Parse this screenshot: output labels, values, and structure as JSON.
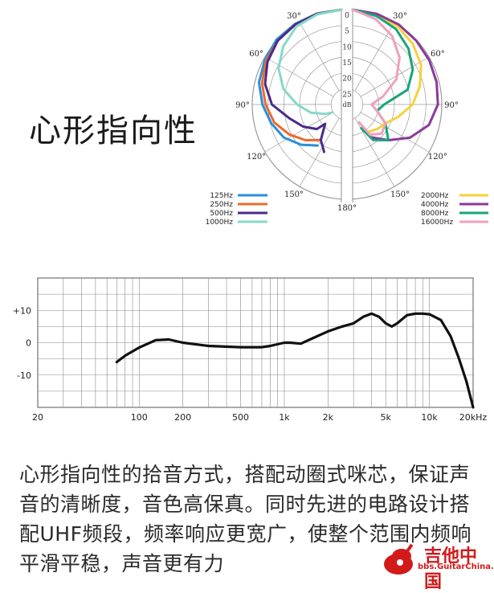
{
  "title": "心形指向性",
  "description": "心形指向性的拾音方式，搭配动圈式咪芯，保证声音的清晰度，音色高保真。同时先进的电路设计搭配UHF频段，频率响应更宽广，使整个范围内频响平滑平稳，声音更有力",
  "watermark": {
    "text": "吉他中国",
    "sub": "bbs.GuitarChina.com"
  },
  "chart_data": [
    {
      "type": "polar",
      "radial_labels": [
        "0",
        "5",
        "10",
        "15",
        "20",
        "25",
        "dB"
      ],
      "angle_labels": [
        "0",
        "30°",
        "60°",
        "90°",
        "120°",
        "150°",
        "180°",
        "30°",
        "60°",
        "90°",
        "120°",
        "150°"
      ],
      "left_legend": [
        {
          "name": "125Hz",
          "color": "#2a8fd8"
        },
        {
          "name": "250Hz",
          "color": "#ee6a2a"
        },
        {
          "name": "500Hz",
          "color": "#4a2a8a"
        },
        {
          "name": "1000Hz",
          "color": "#86d9c6"
        }
      ],
      "right_legend": [
        {
          "name": "2000Hz",
          "color": "#f4d23a"
        },
        {
          "name": "4000Hz",
          "color": "#8a3a9a"
        },
        {
          "name": "8000Hz",
          "color": "#1aa47a"
        },
        {
          "name": "16000Hz",
          "color": "#f0a0be"
        }
      ],
      "series": [
        {
          "name": "125Hz",
          "side": "left",
          "color": "#2a8fd8",
          "angles": [
            0,
            15,
            30,
            45,
            60,
            75,
            90,
            105,
            120,
            135,
            150
          ],
          "attenuation_db": [
            0,
            0.2,
            0.6,
            1,
            2,
            3,
            5,
            7,
            9,
            12,
            15
          ]
        },
        {
          "name": "250Hz",
          "side": "left",
          "color": "#ee6a2a",
          "angles": [
            0,
            15,
            30,
            45,
            60,
            75,
            90,
            105,
            120,
            135,
            150
          ],
          "attenuation_db": [
            0,
            0.3,
            0.8,
            1.5,
            2.5,
            4,
            6,
            8,
            11,
            14,
            17
          ]
        },
        {
          "name": "500Hz",
          "side": "left",
          "color": "#4a2a8a",
          "angles": [
            0,
            15,
            30,
            45,
            60,
            75,
            90,
            105,
            120,
            135,
            140,
            150,
            160
          ],
          "attenuation_db": [
            0,
            0.3,
            0.8,
            1.5,
            3,
            5,
            8,
            13,
            16,
            19,
            22,
            17,
            14
          ]
        },
        {
          "name": "1000Hz",
          "side": "left",
          "color": "#86d9c6",
          "angles": [
            0,
            15,
            30,
            45,
            60,
            75,
            90,
            105,
            120,
            130
          ],
          "attenuation_db": [
            0,
            0.5,
            1.5,
            4,
            7,
            11,
            16,
            20,
            24,
            26
          ]
        },
        {
          "name": "2000Hz",
          "side": "right",
          "color": "#f4d23a",
          "angles": [
            0,
            15,
            30,
            45,
            60,
            75,
            90,
            105,
            120,
            135,
            150
          ],
          "attenuation_db": [
            0,
            0.5,
            1.5,
            3,
            5,
            8,
            11,
            15,
            18,
            19,
            20
          ]
        },
        {
          "name": "4000Hz",
          "side": "right",
          "color": "#8a3a9a",
          "angles": [
            0,
            15,
            30,
            45,
            60,
            75,
            90,
            105,
            120,
            135,
            150
          ],
          "attenuation_db": [
            0,
            0.3,
            0.8,
            1.5,
            2,
            2.5,
            3,
            5,
            9,
            14,
            18
          ]
        },
        {
          "name": "8000Hz",
          "side": "right",
          "color": "#1aa47a",
          "angles": [
            0,
            15,
            30,
            45,
            60,
            75,
            90,
            105,
            120,
            135,
            150,
            160
          ],
          "attenuation_db": [
            0,
            1,
            2.5,
            5,
            8,
            12,
            20,
            22,
            18,
            14,
            17,
            22
          ]
        },
        {
          "name": "16000Hz",
          "side": "right",
          "color": "#f0a0be",
          "angles": [
            0,
            15,
            30,
            45,
            60,
            75,
            90,
            105,
            120,
            135,
            150,
            160
          ],
          "attenuation_db": [
            0,
            2,
            5,
            9,
            14,
            20,
            24,
            22,
            18,
            17,
            19,
            24
          ]
        }
      ]
    },
    {
      "type": "line",
      "x_scale": "log",
      "xlim": [
        20,
        20000
      ],
      "ylim": [
        -20,
        20
      ],
      "x_tick_labels": [
        {
          "value": 20,
          "label": "20"
        },
        {
          "value": 100,
          "label": "100"
        },
        {
          "value": 200,
          "label": "200"
        },
        {
          "value": 500,
          "label": "500"
        },
        {
          "value": 1000,
          "label": "1k"
        },
        {
          "value": 2000,
          "label": "2k"
        },
        {
          "value": 5000,
          "label": "5k"
        },
        {
          "value": 10000,
          "label": "10k"
        },
        {
          "value": 20000,
          "label": "20kHz"
        }
      ],
      "y_tick_labels": [
        {
          "value": 10,
          "label": "+10"
        },
        {
          "value": 0,
          "label": "0"
        },
        {
          "value": -10,
          "label": "-10"
        }
      ],
      "grid": true,
      "series": [
        {
          "x": [
            70,
            80,
            100,
            130,
            160,
            200,
            300,
            500,
            700,
            800,
            1000,
            1100,
            1300,
            1500,
            2000,
            2500,
            3000,
            3500,
            4000,
            4500,
            5000,
            5500,
            6000,
            7000,
            8000,
            9000,
            10000,
            12000,
            14000,
            16000,
            18000,
            20000
          ],
          "y": [
            -6,
            -4,
            -1.5,
            0.8,
            1,
            0,
            -1,
            -1.4,
            -1.4,
            -1,
            0,
            0,
            -0.3,
            1,
            3.5,
            5,
            6,
            8,
            9,
            8,
            6,
            5,
            6,
            8.5,
            9,
            9,
            8.8,
            7,
            2,
            -5,
            -12,
            -20
          ]
        }
      ]
    }
  ]
}
